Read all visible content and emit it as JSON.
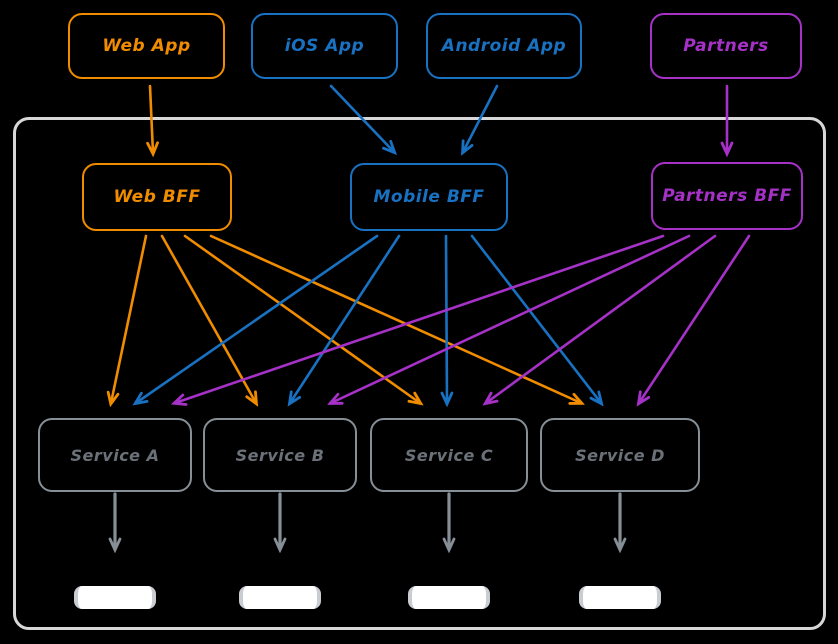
{
  "diagram": {
    "type": "architecture-diagram",
    "colors": {
      "orange": "#f08c00",
      "blue": "#1971c2",
      "purple": "#a631c7",
      "gray": "#868e96",
      "boundary_border": "#d7d7d7",
      "database_fill": "#ffffff",
      "background": "#000000"
    },
    "apps": [
      {
        "id": "web-app",
        "label": "Web App",
        "color": "orange"
      },
      {
        "id": "ios-app",
        "label": "iOS App",
        "color": "blue"
      },
      {
        "id": "android-app",
        "label": "Android App",
        "color": "blue"
      },
      {
        "id": "partners",
        "label": "Partners",
        "color": "purple"
      }
    ],
    "bffs": [
      {
        "id": "web-bff",
        "label": "Web BFF",
        "color": "orange"
      },
      {
        "id": "mobile-bff",
        "label": "Mobile BFF",
        "color": "blue"
      },
      {
        "id": "partners-bff",
        "label": "Partners BFF",
        "color": "purple"
      }
    ],
    "services": [
      {
        "id": "service-a",
        "label": "Service A",
        "color": "gray"
      },
      {
        "id": "service-b",
        "label": "Service B",
        "color": "gray"
      },
      {
        "id": "service-c",
        "label": "Service C",
        "color": "gray"
      },
      {
        "id": "service-d",
        "label": "Service D",
        "color": "gray"
      }
    ],
    "databases": [
      {
        "id": "db-a"
      },
      {
        "id": "db-b"
      },
      {
        "id": "db-c"
      },
      {
        "id": "db-d"
      }
    ],
    "connections": [
      {
        "from": "web-app",
        "to": "web-bff",
        "color": "orange"
      },
      {
        "from": "ios-app",
        "to": "mobile-bff",
        "color": "blue"
      },
      {
        "from": "android-app",
        "to": "mobile-bff",
        "color": "blue"
      },
      {
        "from": "partners",
        "to": "partners-bff",
        "color": "purple"
      },
      {
        "from": "web-bff",
        "to": "service-a",
        "color": "orange"
      },
      {
        "from": "web-bff",
        "to": "service-b",
        "color": "orange"
      },
      {
        "from": "web-bff",
        "to": "service-c",
        "color": "orange"
      },
      {
        "from": "web-bff",
        "to": "service-d",
        "color": "orange"
      },
      {
        "from": "mobile-bff",
        "to": "service-a",
        "color": "blue"
      },
      {
        "from": "mobile-bff",
        "to": "service-b",
        "color": "blue"
      },
      {
        "from": "mobile-bff",
        "to": "service-c",
        "color": "blue"
      },
      {
        "from": "mobile-bff",
        "to": "service-d",
        "color": "blue"
      },
      {
        "from": "partners-bff",
        "to": "service-a",
        "color": "purple"
      },
      {
        "from": "partners-bff",
        "to": "service-b",
        "color": "purple"
      },
      {
        "from": "partners-bff",
        "to": "service-c",
        "color": "purple"
      },
      {
        "from": "partners-bff",
        "to": "service-d",
        "color": "purple"
      },
      {
        "from": "service-a",
        "to": "db-a",
        "color": "gray"
      },
      {
        "from": "service-b",
        "to": "db-b",
        "color": "gray"
      },
      {
        "from": "service-c",
        "to": "db-c",
        "color": "gray"
      },
      {
        "from": "service-d",
        "to": "db-d",
        "color": "gray"
      }
    ]
  }
}
